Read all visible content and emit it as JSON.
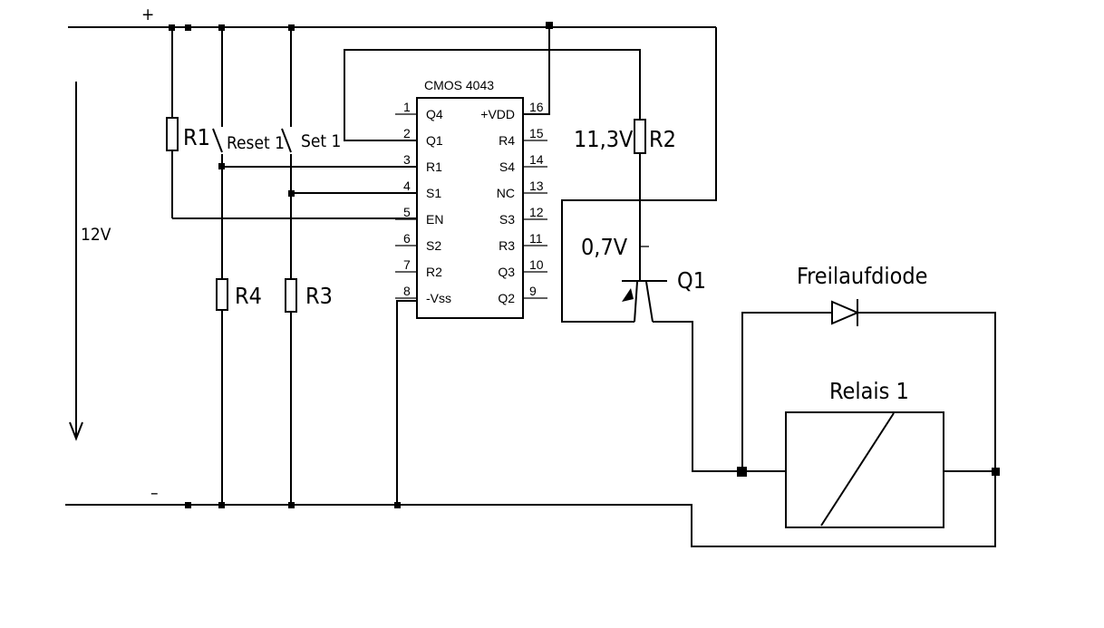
{
  "supply": {
    "plus": "+",
    "minus": "–",
    "voltage": "12V"
  },
  "resistors": {
    "r1": "R1",
    "r2": "R2",
    "r3": "R3",
    "r4": "R4"
  },
  "switches": {
    "reset": "Reset 1",
    "set": "Set 1"
  },
  "ic": {
    "name": "CMOS 4043",
    "left_pins": [
      {
        "num": "1",
        "label": "Q4"
      },
      {
        "num": "2",
        "label": "Q1"
      },
      {
        "num": "3",
        "label": "R1"
      },
      {
        "num": "4",
        "label": "S1"
      },
      {
        "num": "5",
        "label": "EN"
      },
      {
        "num": "6",
        "label": "S2"
      },
      {
        "num": "7",
        "label": "R2"
      },
      {
        "num": "8",
        "label": "-Vss"
      }
    ],
    "right_pins": [
      {
        "num": "16",
        "label": "+VDD"
      },
      {
        "num": "15",
        "label": "R4"
      },
      {
        "num": "14",
        "label": "S4"
      },
      {
        "num": "13",
        "label": "NC"
      },
      {
        "num": "12",
        "label": "S3"
      },
      {
        "num": "11",
        "label": "R3"
      },
      {
        "num": "10",
        "label": "Q3"
      },
      {
        "num": "9",
        "label": "Q2"
      }
    ]
  },
  "transistor": {
    "label": "Q1",
    "vce": "11,3V",
    "vbe": "0,7V"
  },
  "diode": {
    "label": "Freilaufdiode"
  },
  "relay": {
    "label": "Relais 1"
  }
}
